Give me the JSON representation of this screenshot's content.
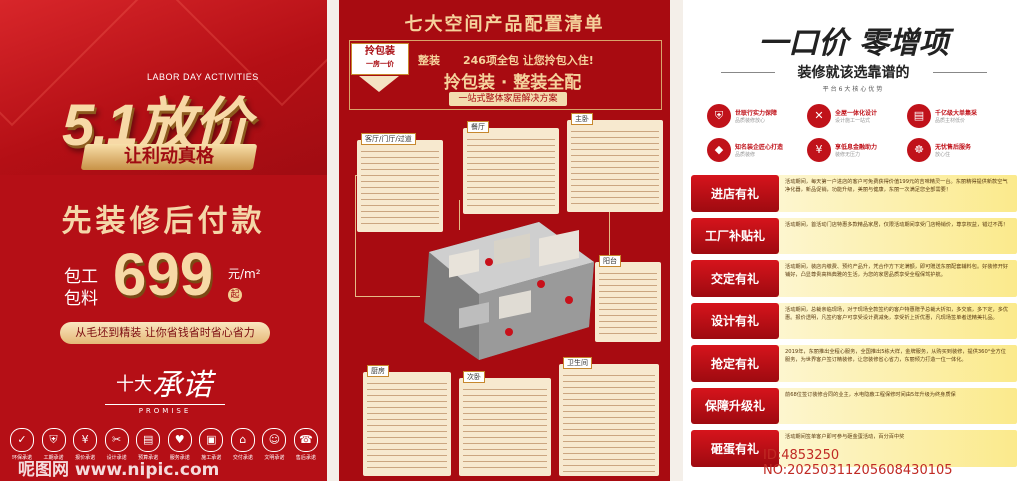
{
  "panel1": {
    "labor": "LABOR DAY ACTIVITIES",
    "sale_title": "5.1放价",
    "ribbon": "让利动真格",
    "after_pay": "先装修后付款",
    "pack_line1": "包工",
    "pack_line2": "包料",
    "price": "699",
    "unit": "元/m²",
    "qi": "起",
    "slogan": "从毛坯到精装  让你省钱省时省心省力",
    "shida": "十大",
    "chengnuo": "承诺",
    "promise": "PROMISE",
    "promise_icons": [
      {
        "icon": "check-icon",
        "glyph": "✓",
        "label": "环保承诺"
      },
      {
        "icon": "shield-icon",
        "glyph": "⛨",
        "label": "工期承诺"
      },
      {
        "icon": "yen-icon",
        "glyph": "¥",
        "label": "报价承诺"
      },
      {
        "icon": "tools-icon",
        "glyph": "✂",
        "label": "设计承诺"
      },
      {
        "icon": "doc-icon",
        "glyph": "▤",
        "label": "预算承诺"
      },
      {
        "icon": "heart-icon",
        "glyph": "♥",
        "label": "服务承诺"
      },
      {
        "icon": "gift-icon",
        "glyph": "▣",
        "label": "施工承诺"
      },
      {
        "icon": "home-icon",
        "glyph": "⌂",
        "label": "交付承诺"
      },
      {
        "icon": "person-icon",
        "glyph": "☺",
        "label": "文明承诺"
      },
      {
        "icon": "headset-icon",
        "glyph": "☎",
        "label": "售后承诺"
      }
    ],
    "watermark": "呢图网 www.nipic.com"
  },
  "panel2": {
    "title": "七大空间产品配置清单",
    "badge_line1": "拎包装",
    "badge_line2": "一房一价",
    "zhuang": "整装",
    "baobao": "246项全包  让您拎包入住!",
    "qbz": "拎包装 · 整装全配",
    "yzs": "一站式整体家居解决方案",
    "cards": [
      {
        "label": "客厅/门厅/过道"
      },
      {
        "label": "餐厅"
      },
      {
        "label": "主卧"
      },
      {
        "label": "阳台"
      },
      {
        "label": "厨房"
      },
      {
        "label": "次卧"
      },
      {
        "label": "卫生间"
      }
    ]
  },
  "panel3": {
    "title": "一口价 零增项",
    "subtitle": "装修就该选靠谱的",
    "tiny": "平台6大核心优势",
    "features": [
      {
        "icon": "shield-icon",
        "glyph": "⛨",
        "t1": "世联行实力保障",
        "t2": "品质装修放心"
      },
      {
        "icon": "cross-icon",
        "glyph": "✕",
        "t1": "全屋一体化设计",
        "t2": "设计施工一站式"
      },
      {
        "icon": "doc-icon",
        "glyph": "▤",
        "t1": "千亿级大单集采",
        "t2": "品质主材低价"
      },
      {
        "icon": "diamond-icon",
        "glyph": "◆",
        "t1": "知名装企匠心打造",
        "t2": "品质装修"
      },
      {
        "icon": "yen-icon",
        "glyph": "¥",
        "t1": "享低息金融助力",
        "t2": "装修无压力"
      },
      {
        "icon": "handshake-icon",
        "glyph": "☸",
        "t1": "无忧售后服务",
        "t2": "放心住"
      }
    ],
    "rows": [
      {
        "label": "进店有礼",
        "text": "活动期间，每天第一户进店的客户可免费获得价值199元的吉味精灵一台。东丽精得提供新款空气净化器，新品促销，功能升级，美丽与健康，东丽一次满足您全部需要！"
      },
      {
        "label": "工厂补贴礼",
        "text": "活动期间，首活动门店特惠多款精品家居，仅限活动期间享受门店畅销价，尊享权益，错过不再！"
      },
      {
        "label": "交定有礼",
        "text": "活动期间，装店内缴费、预约产品升，凭合作方下定满额，即可赠送东丽配套辅料包。好装修开好铺好，凸显尊贵高档典雅的生活，为您的家居品质享受全程保驾护航。"
      },
      {
        "label": "设计有礼",
        "text": "活动期间，总裁亲临现场，对于现场全款签约的客户特惠赠予总裁大折扣，多交底，多下定，多优惠。报价透明，凡签约客户可享受设计费减免，享受折上折优惠，凡现场签单者送精美礼品。"
      },
      {
        "label": "抢定有礼",
        "text": "2019年，东丽推出全程心服务，全国推出5栋大样，金牌服务，从购买到装修，提供360°全方位服务，为世界客户签订精装修，让您装修省心省力，东丽倾力打造一位一体化。"
      },
      {
        "label": "保障升级礼",
        "text": "前68位签订装修合同的业主，水电隐蔽工程保修时间由5年升级为终身质保"
      },
      {
        "label": "砸蛋有礼",
        "text": "活动期间签单客户即可参与砸金蛋活动，百分百中奖"
      }
    ],
    "watermark": "ID:4853250 NO:20250311205608430105"
  }
}
